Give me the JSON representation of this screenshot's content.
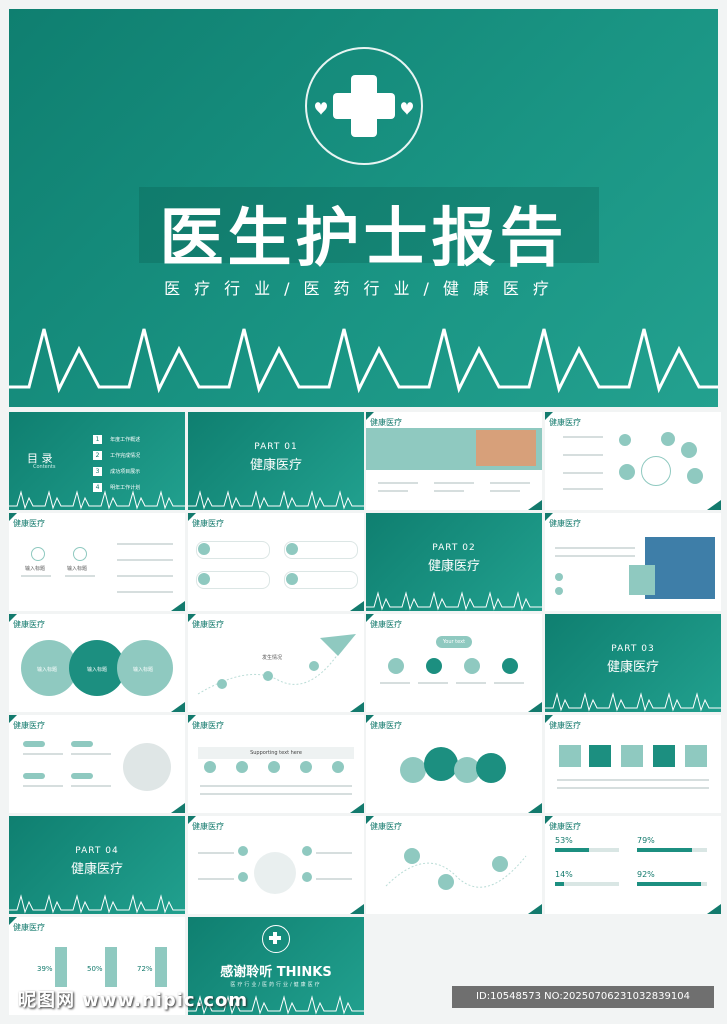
{
  "hero": {
    "title": "医生护士报告",
    "subtitle": "医疗行业/医药行业/健康医疗"
  },
  "toc": {
    "title": "目 录",
    "title_en": "Contents",
    "items": [
      {
        "num": "1",
        "label": "年度工作概述"
      },
      {
        "num": "2",
        "label": "工作完成情况"
      },
      {
        "num": "3",
        "label": "成功项目展示"
      },
      {
        "num": "4",
        "label": "明年工作计划"
      }
    ]
  },
  "section_header": "健康医疗",
  "parts": [
    {
      "part": "PART 01",
      "name": "健康医疗"
    },
    {
      "part": "PART 02",
      "name": "健康医疗"
    },
    {
      "part": "PART 03",
      "name": "健康医疗"
    },
    {
      "part": "PART 04",
      "name": "健康医疗"
    }
  ],
  "slide_texts": {
    "input_title": "输入标题",
    "timeline_label": "发生情况",
    "flow_tag": "Your text",
    "supporting": "Supporting text here"
  },
  "stats": {
    "percents": [
      "53%",
      "79%",
      "14%",
      "92%"
    ],
    "values": [
      53,
      79,
      14,
      92
    ]
  },
  "people": {
    "percents": [
      "39%",
      "50%",
      "72%"
    ]
  },
  "ending": {
    "title": "感谢聆听 THINKS",
    "subtitle": "医疗行业/医药行业/健康医疗"
  },
  "watermark": {
    "brand": "昵图网 www.nipic.com",
    "id": "ID:10548573 NO:20250706231032839104"
  },
  "colors": {
    "accent": "#137a6d",
    "light": "#8fc9c0"
  }
}
